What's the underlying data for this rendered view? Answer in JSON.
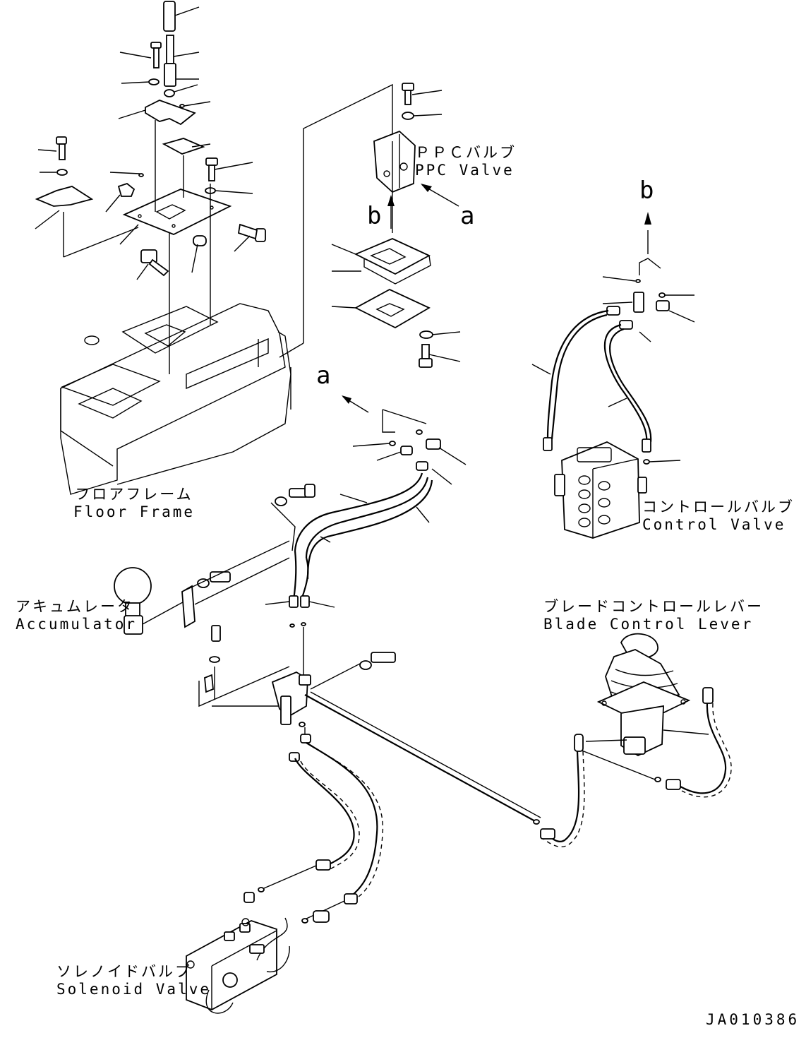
{
  "labels": {
    "ppc_valve": {
      "jp": "ＰＰＣバルブ",
      "en": "PPC Valve"
    },
    "floor_frame": {
      "jp": "フロアフレーム",
      "en": "Floor Frame"
    },
    "control_valve": {
      "jp": "コントロールバルブ",
      "en": "Control Valve"
    },
    "accumulator": {
      "jp": "アキュムレータ",
      "en": "Accumulator"
    },
    "blade_control_lever": {
      "jp": "ブレードコントロールレバー",
      "en": "Blade Control Lever"
    },
    "solenoid_valve": {
      "jp": "ソレノイドバルブ",
      "en": "Solenoid Valve"
    }
  },
  "view_markers": {
    "a_upper": "a",
    "a_lower": "a",
    "b_left": "b",
    "b_right": "b"
  },
  "drawing_number": "JA010386"
}
